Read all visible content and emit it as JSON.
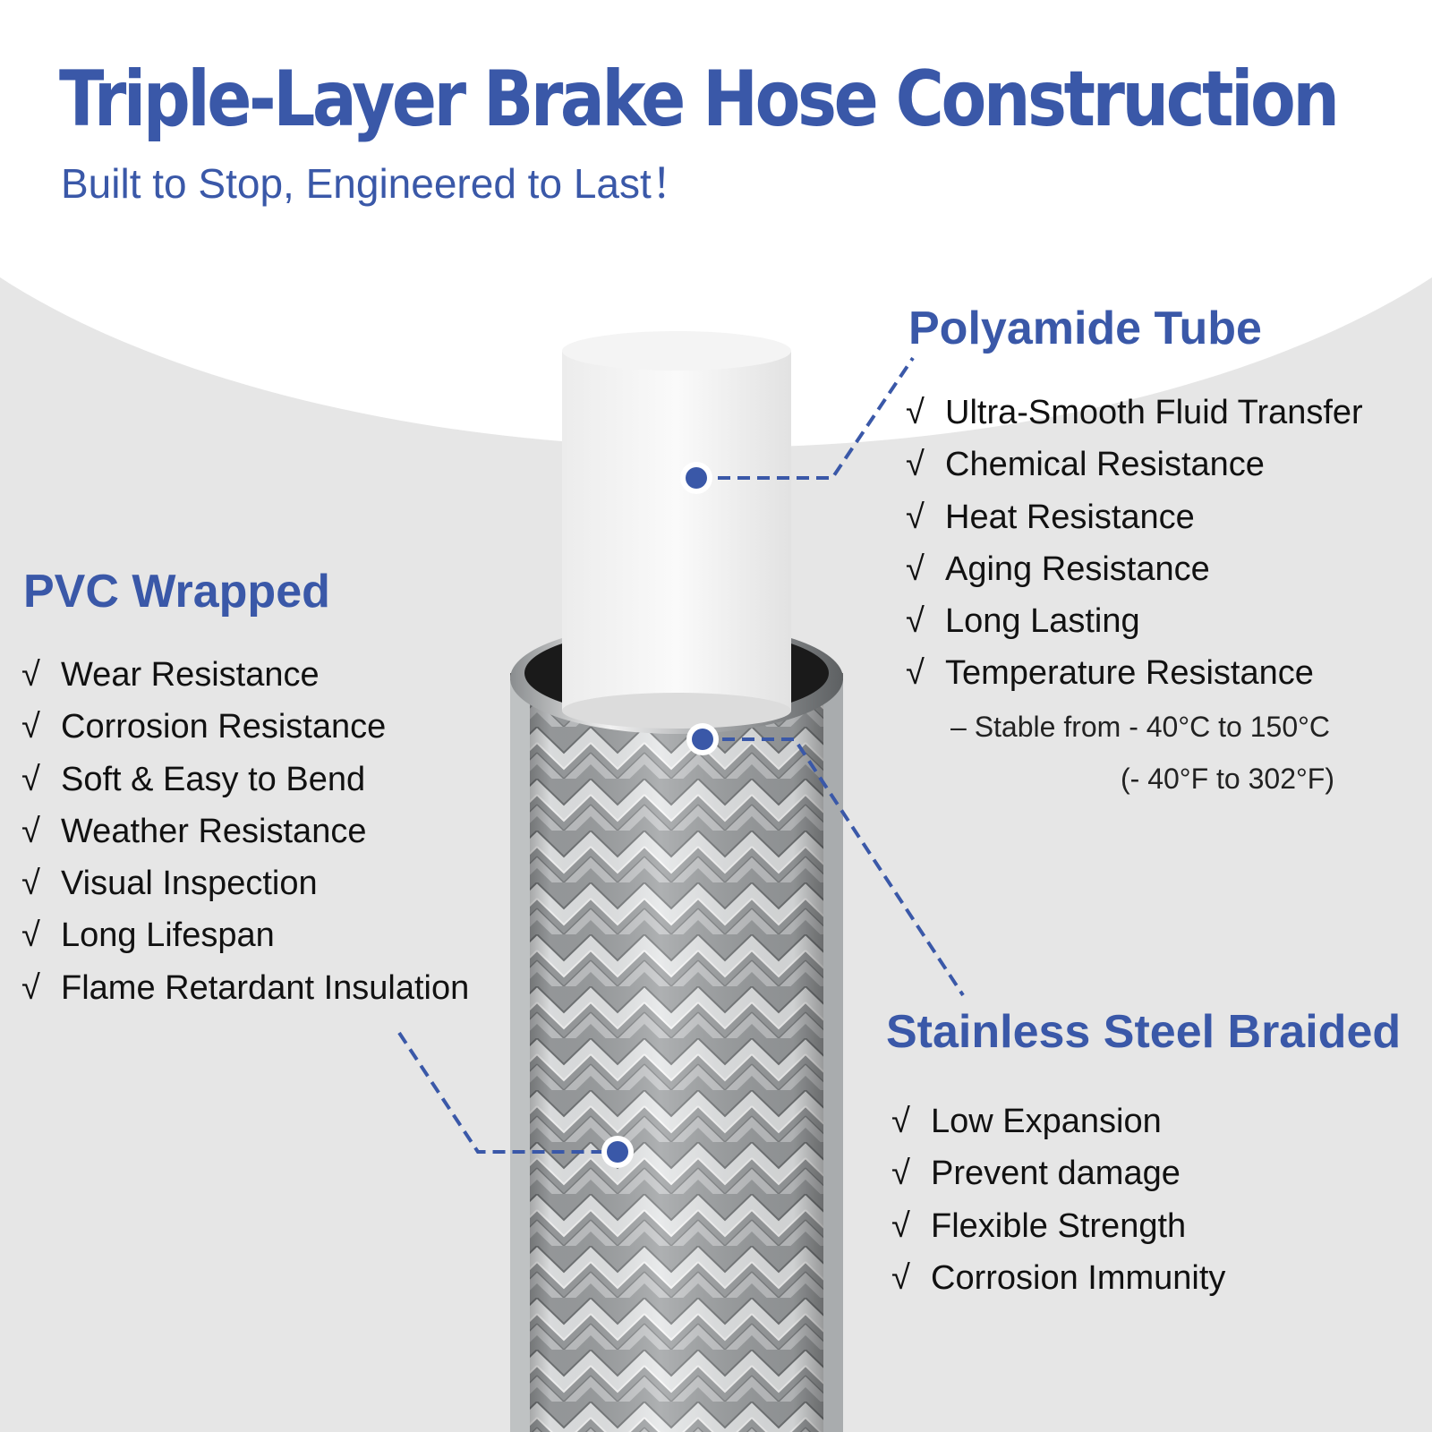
{
  "colors": {
    "accent": "#3a58a8",
    "background": "#e6e6e6",
    "text": "#111111"
  },
  "header": {
    "title": "Triple-Layer Brake Hose Construction",
    "subtitle": "Built to Stop, Engineered to Last！"
  },
  "check_glyph": "√",
  "sections": {
    "polyamide": {
      "title": "Polyamide Tube",
      "items": [
        "Ultra-Smooth Fluid Transfer",
        "Chemical Resistance",
        "Heat Resistance",
        "Aging Resistance",
        "Long Lasting",
        "Temperature Resistance"
      ],
      "note_line1": "– Stable from - 40°C to 150°C",
      "note_line2": "(- 40°F  to 302°F)"
    },
    "pvc": {
      "title": "PVC Wrapped",
      "items": [
        "Wear Resistance",
        "Corrosion Resistance",
        "Soft & Easy to Bend",
        "Weather Resistance",
        "Visual Inspection",
        "Long Lifespan",
        "Flame Retardant Insulation"
      ]
    },
    "steel": {
      "title": "Stainless Steel Braided",
      "items": [
        "Low Expansion",
        "Prevent damage",
        "Flexible Strength",
        "Corrosion Immunity"
      ]
    }
  }
}
